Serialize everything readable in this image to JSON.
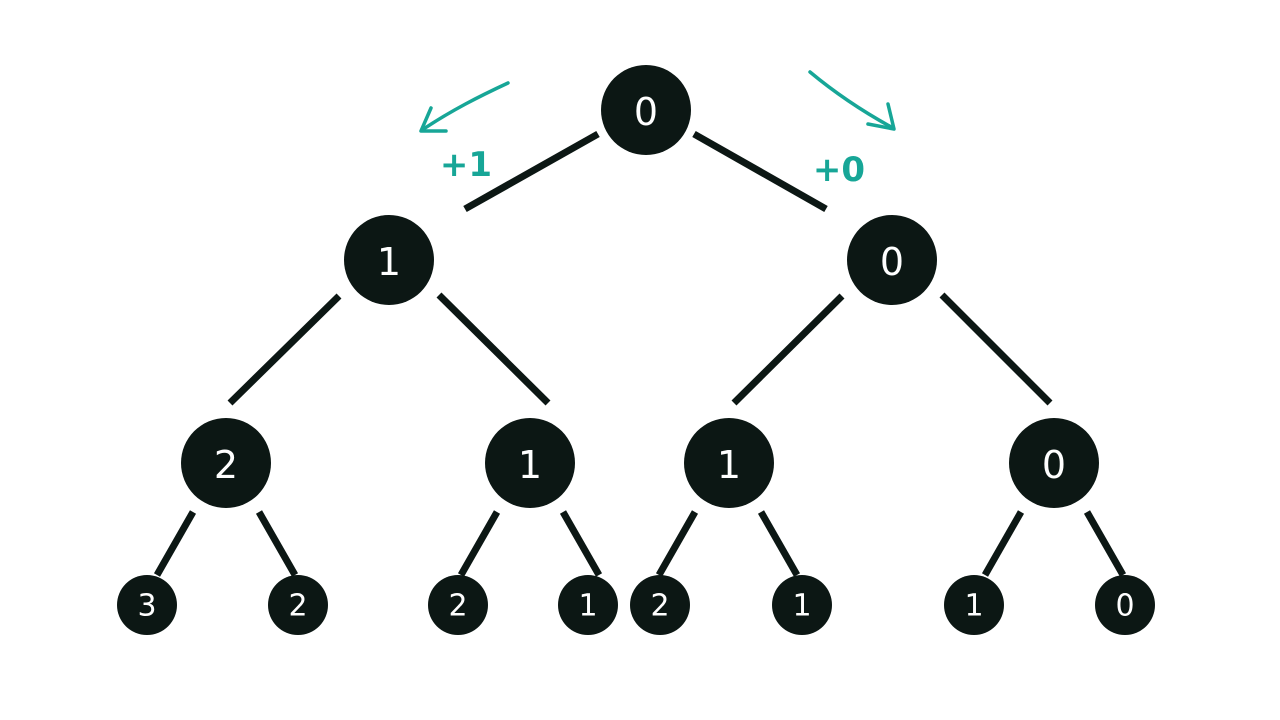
{
  "tree": {
    "root": {
      "value": "0",
      "left": {
        "value": "1",
        "left": {
          "value": "2",
          "left": {
            "value": "3"
          },
          "right": {
            "value": "2"
          }
        },
        "right": {
          "value": "1",
          "left": {
            "value": "2"
          },
          "right": {
            "value": "1"
          }
        }
      },
      "right": {
        "value": "0",
        "left": {
          "value": "1",
          "left": {
            "value": "2"
          },
          "right": {
            "value": "1"
          }
        },
        "right": {
          "value": "0",
          "left": {
            "value": "1"
          },
          "right": {
            "value": "0"
          }
        }
      }
    }
  },
  "annotations": {
    "left_edge_label": "+1",
    "right_edge_label": "+0",
    "left_arrow_icon": "arrow-down-left-icon",
    "right_arrow_icon": "arrow-down-right-icon"
  },
  "colors": {
    "node_fill": "#0c1714",
    "node_text": "#ffffff",
    "edge": "#0c1714",
    "annotation": "#17a697",
    "background": "#ffffff"
  }
}
